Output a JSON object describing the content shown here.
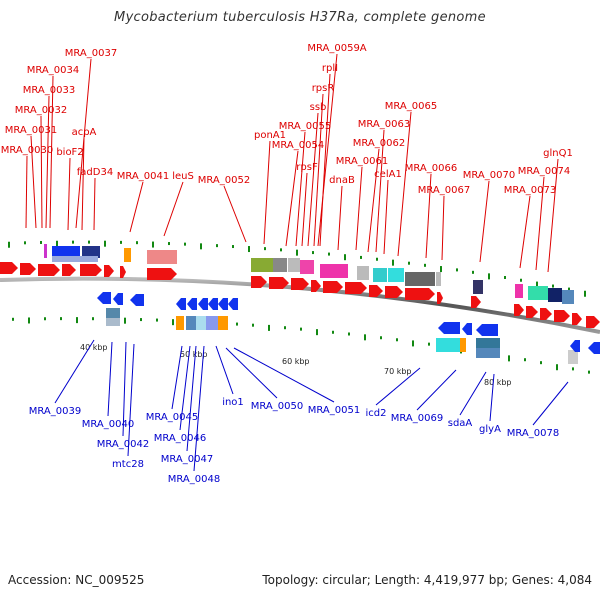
{
  "title": "Mycobacterium tuberculosis H37Ra, complete genome",
  "footer": {
    "accession": "Accession: NC_009525",
    "summary": "Topology: circular; Length: 4,419,977 bp; Genes: 4,084"
  },
  "colors": {
    "forward_label": "#dd0000",
    "reverse_label": "#0000cc",
    "forward_gene": "#ee1111",
    "reverse_gene": "#1133ee",
    "tick": "#118811",
    "backbone": "#666666"
  },
  "kbp_labels": [
    "40 kbp",
    "50 kbp",
    "60 kbp",
    "70 kbp",
    "80 kbp"
  ],
  "forward_genes": [
    "MRA_0030",
    "MRA_0031",
    "MRA_0032",
    "MRA_0033",
    "MRA_0034",
    "MRA_0037",
    "acpA",
    "bioF2",
    "fadD34",
    "MRA_0041",
    "leuS",
    "MRA_0052",
    "ponA1",
    "MRA_0054",
    "MRA_0055",
    "rpsF",
    "ssb",
    "rpsR",
    "rplI",
    "MRA_0059A",
    "dnaB",
    "MRA_0061",
    "MRA_0062",
    "MRA_0063",
    "celA1",
    "MRA_0065",
    "MRA_0066",
    "MRA_0067",
    "MRA_0070",
    "MRA_0073",
    "MRA_0074",
    "glnQ1"
  ],
  "reverse_genes": [
    "MRA_0039",
    "MRA_0040",
    "MRA_0042",
    "mtc28",
    "MRA_0045",
    "MRA_0046",
    "MRA_0047",
    "MRA_0048",
    "ino1",
    "MRA_0050",
    "MRA_0051",
    "icd2",
    "MRA_0069",
    "sdaA",
    "glyA",
    "MRA_0078"
  ]
}
